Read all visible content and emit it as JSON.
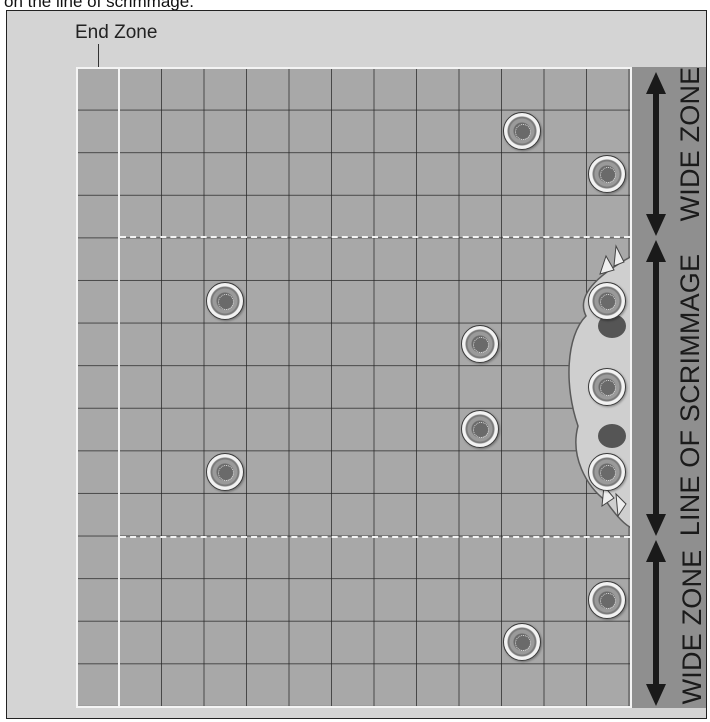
{
  "caption": "on the line of scrimmage.",
  "board": {
    "end_zone_label": "End Zone",
    "zone_labels": {
      "top": "WIDE ZONE",
      "middle": "LINE OF SCRIMMAGE",
      "bottom": "WIDE ZONE"
    },
    "grid": {
      "columns": 13,
      "rows": 15
    },
    "players": [
      {
        "col": 10,
        "row": 1,
        "icon": "player-token-icon"
      },
      {
        "col": 12,
        "row": 2,
        "icon": "player-token-icon"
      },
      {
        "col": 3,
        "row": 5,
        "icon": "player-token-icon"
      },
      {
        "col": 12,
        "row": 5,
        "icon": "player-token-icon"
      },
      {
        "col": 9,
        "row": 6,
        "icon": "player-token-icon"
      },
      {
        "col": 12,
        "row": 7,
        "icon": "player-token-icon"
      },
      {
        "col": 9,
        "row": 8,
        "icon": "player-token-icon"
      },
      {
        "col": 3,
        "row": 9,
        "icon": "player-token-icon"
      },
      {
        "col": 12,
        "row": 9,
        "icon": "player-token-icon"
      },
      {
        "col": 12,
        "row": 12,
        "icon": "player-token-icon"
      },
      {
        "col": 10,
        "row": 13,
        "icon": "player-token-icon"
      }
    ],
    "colors": {
      "pitch": "#a8a8a8",
      "grid_lines": "#282828",
      "zone_lines": "#f4f4f4",
      "side_panel": "#8f8f8f"
    }
  }
}
